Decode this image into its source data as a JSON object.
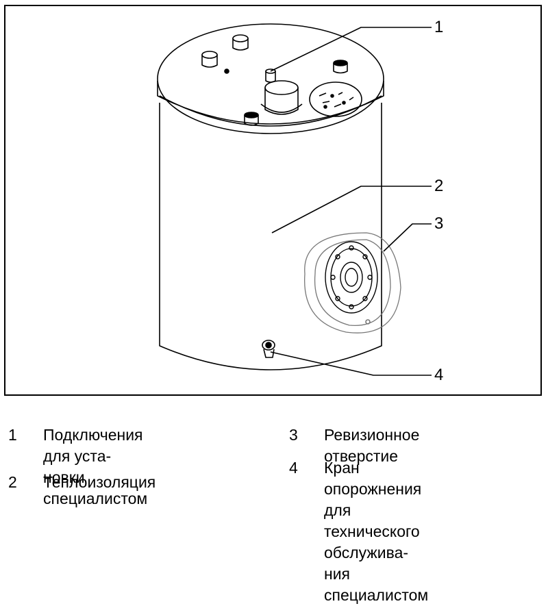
{
  "callouts": [
    {
      "number": "1"
    },
    {
      "number": "2"
    },
    {
      "number": "3"
    },
    {
      "number": "4"
    }
  ],
  "legend": [
    {
      "number": "1",
      "text": "Подключения для уста-\nновки специалистом"
    },
    {
      "number": "2",
      "text": "Теплоизоляция"
    },
    {
      "number": "3",
      "text": "Ревизионное отверстие"
    },
    {
      "number": "4",
      "text": "Кран опорожнения для\nтехнического обслужива-\nния специалистом"
    }
  ]
}
